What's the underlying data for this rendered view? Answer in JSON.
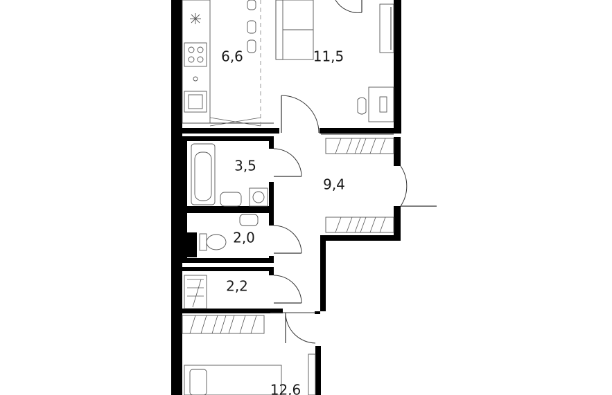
{
  "rooms": {
    "kitchen_area": "6,6",
    "living_area": "11,5",
    "bathroom_area": "3,5",
    "hall_area": "9,4",
    "toilet_area": "2,0",
    "storage_area": "2,2",
    "bedroom_area": "12,6"
  },
  "colors": {
    "wall": "#000000",
    "line": "#333333",
    "background": "#ffffff"
  }
}
